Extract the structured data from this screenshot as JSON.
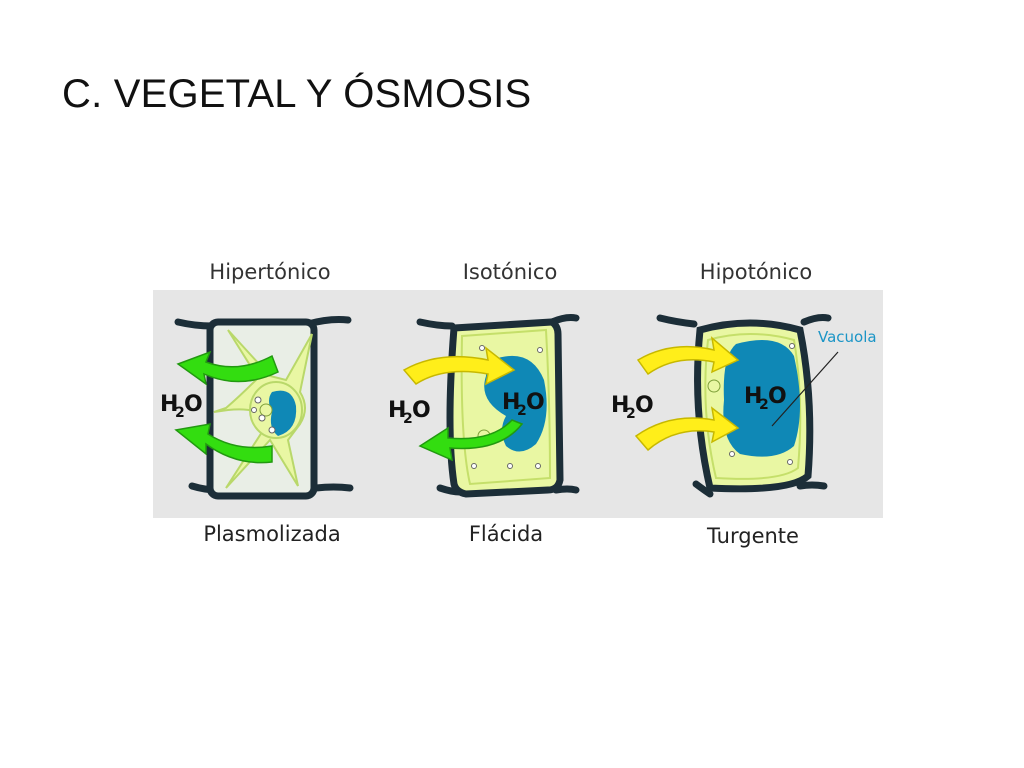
{
  "title": "C. VEGETAL Y ÓSMOSIS",
  "conditions": [
    "Hipertónico",
    "Isotónico",
    "Hipotónico"
  ],
  "states": [
    "Plasmolizada",
    "Flácida",
    "Turgente"
  ],
  "molecule": {
    "main": "H",
    "sub": "2",
    "tail": "O"
  },
  "vacuole_label": "Vacuola",
  "colors": {
    "panel_bg": "#e6e6e6",
    "cell_wall": "#1c2e38",
    "cytoplasm": "#e9f7a3",
    "cytoplasm_edge": "#c5df6a",
    "vacuole": "#0f88b6",
    "arrow_out": "#33dd10",
    "arrow_in": "#ffee1a",
    "vacuole_label": "#1b95c6"
  }
}
